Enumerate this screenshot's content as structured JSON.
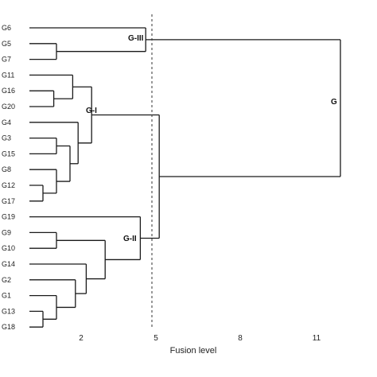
{
  "chart_data": {
    "type": "dendrogram",
    "xlabel": "Fusion level",
    "ticks": [
      "2",
      "5",
      "8",
      "11"
    ],
    "leaves": [
      "G6",
      "G5",
      "G7",
      "G11",
      "G16",
      "G20",
      "G4",
      "G3",
      "G15",
      "G8",
      "G12",
      "G17",
      "G19",
      "G9",
      "G10",
      "G14",
      "G2",
      "G1",
      "G13",
      "G18"
    ],
    "group_labels": [
      "G-III",
      "G-I",
      "G-II",
      "G"
    ],
    "merges": [
      {
        "a": "G5",
        "b": "G7",
        "level": 1.5
      },
      {
        "a": "G6",
        "b": "G5+G7",
        "level": 4.8
      },
      {
        "a": "G16",
        "b": "G20",
        "level": 1.4
      },
      {
        "a": "G11",
        "b": "G16+G20",
        "level": 2.1
      },
      {
        "a": "G3",
        "b": "G15",
        "level": 1.5
      },
      {
        "a": "G12",
        "b": "G17",
        "level": 1.0
      },
      {
        "a": "G8",
        "b": "G12+G17",
        "level": 1.5
      },
      {
        "a": "G3+G15",
        "b": "G8+G12+G17",
        "level": 2.0
      },
      {
        "a": "G4",
        "b": "G3+G15+G8+G12+G17",
        "level": 2.3
      },
      {
        "a": "G11+G16+G20",
        "b": "G4+...",
        "level": 2.8
      },
      {
        "a": "G9",
        "b": "G10",
        "level": 1.5
      },
      {
        "a": "G2",
        "b": "G1+G13+G18",
        "level": 2.2
      },
      {
        "a": "G1",
        "b": "G13+G18",
        "level": 1.5
      },
      {
        "a": "G13",
        "b": "G18",
        "level": 1.0
      },
      {
        "a": "G14",
        "b": "G2+G1+G13+G18",
        "level": 2.6
      },
      {
        "a": "G9+G10",
        "b": "G14+G2+G1+G13+G18",
        "level": 3.3
      },
      {
        "a": "G19",
        "b": "G9+...+G18",
        "level": 4.6
      },
      {
        "a": "G-I",
        "b": "G-II",
        "level": 5.3
      },
      {
        "a": "G-III",
        "b": "G-I+G-II",
        "level": 12.0
      }
    ],
    "cut_level": 4.8
  }
}
